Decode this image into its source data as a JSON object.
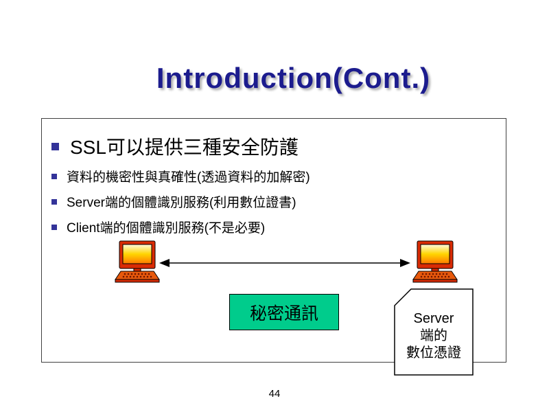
{
  "slide": {
    "title": "Introduction(Cont.)",
    "page_number": "44"
  },
  "bullets": {
    "main": "SSL可以提供三種安全防護",
    "sub1": "資料的機密性與真確性(透過資料的加解密)",
    "sub2": "Server端的個體識別服務(利用數位證書)",
    "sub3": "Client端的個體識別服務(不是必要)"
  },
  "diagram": {
    "secret_label": "秘密通訊",
    "certificate": {
      "line1": "Server",
      "line2": "端的",
      "line3": "數位憑證"
    }
  },
  "colors": {
    "title_blue": "#1c1c8e",
    "bullet_square_blue": "#333399",
    "secret_box_green": "#00cc8c",
    "computer_red": "#d92b04",
    "screen_yellow": "#ffd400"
  }
}
